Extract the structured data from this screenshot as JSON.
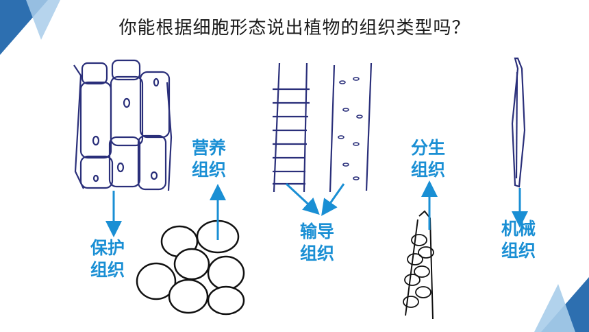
{
  "title": "你能根据细胞形态说出植物的组织类型吗？",
  "labels": {
    "protective": {
      "line1": "保护",
      "line2": "组织"
    },
    "nutritive": {
      "line1": "营养",
      "line2": "组织"
    },
    "conductive": {
      "line1": "输导",
      "line2": "组织"
    },
    "meristematic": {
      "line1": "分生",
      "line2": "组织"
    },
    "mechanical": {
      "line1": "机械",
      "line2": "组织"
    }
  },
  "colors": {
    "label": "#1a8fd4",
    "arrow": "#1a8fd4",
    "cell_line": "#2a2f7a",
    "deco_dark": "#2d6fb0",
    "deco_light": "#a9cdea"
  }
}
